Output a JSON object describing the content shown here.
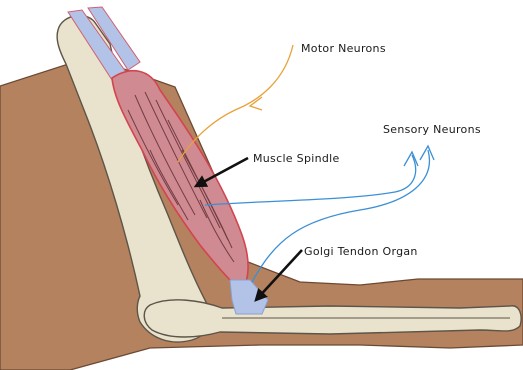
{
  "labels": {
    "motor": "Motor Neurons",
    "sensory": "Sensory Neurons",
    "spindle": "Muscle Spindle",
    "golgi": "Golgi Tendon Organ"
  },
  "colors": {
    "skin": "#b5825f",
    "bone": "#e9e2cd",
    "muscle": "#cf8a92",
    "tendon": "#b3c3e8",
    "motor_nerve": "#e8a23a",
    "sensory_nerve": "#3b8fd6",
    "arrow": "#111111"
  },
  "icons": {
    "label_arrows": "arrow-icon"
  }
}
